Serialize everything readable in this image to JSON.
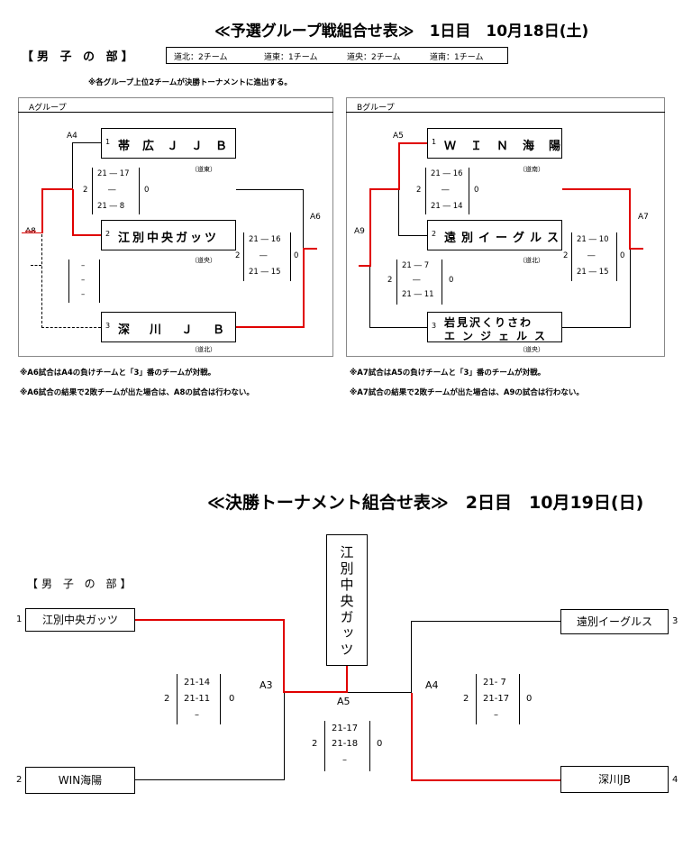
{
  "day1": {
    "title": "≪予選グループ戦組合せ表≫　1日目　10月18日(土)",
    "division": "【男 子 の 部】",
    "regions": [
      "道北：2チーム",
      "道東：1チーム",
      "道央：2チーム",
      "道南：1チーム"
    ],
    "advance_note": "※各グループ上位2チームが決勝トーナメントに進出する。",
    "groupA": {
      "label": "Aグループ",
      "teams": [
        {
          "seed": "1",
          "name": "帯広ＪＪＢ",
          "region": "（道東）"
        },
        {
          "seed": "2",
          "name": "江別中央ガッツ",
          "region": "（道央）"
        },
        {
          "seed": "3",
          "name": "深川ＪＢ",
          "region": "（道北）"
        }
      ],
      "games": {
        "a4": "A4",
        "a6": "A6",
        "a8": "A8"
      },
      "score_a4": {
        "set1": "21 ― 17",
        "mid": "―",
        "set2": "21 ― 8",
        "left": "2",
        "right": "0"
      },
      "score_a6": {
        "set1": "21 ― 16",
        "mid": "―",
        "set2": "21 ― 15",
        "left": "2",
        "right": "0"
      },
      "score_a8": {
        "s1": "–",
        "s2": "–",
        "s3": "–"
      },
      "notes": [
        "※A6試合はA4の負けチームと「3」番のチームが対戦。",
        "※A6試合の結果で2敗チームが出た場合は、A8の試合は行わない。"
      ]
    },
    "groupB": {
      "label": "Bグループ",
      "teams": [
        {
          "seed": "1",
          "name": "ＷＩＮ海陽",
          "region": "（道南）"
        },
        {
          "seed": "2",
          "name": "遠別イーグルス",
          "region": "（道北）"
        },
        {
          "seed": "3",
          "name": "岩見沢くりさわ",
          "name2": "エンジェルス",
          "region": "（道央）"
        }
      ],
      "games": {
        "a5": "A5",
        "a7": "A7",
        "a9": "A9"
      },
      "score_a5": {
        "set1": "21 ― 16",
        "mid": "―",
        "set2": "21 ― 14",
        "left": "2",
        "right": "0"
      },
      "score_a7": {
        "set1": "21 ― 10",
        "mid": "―",
        "set2": "21 ― 15",
        "left": "2",
        "right": "0"
      },
      "score_a9": {
        "set1": "21 ― 7",
        "mid": "―",
        "set2": "21 ― 11",
        "left": "2",
        "right": "0"
      },
      "notes": [
        "※A7試合はA5の負けチームと「3」番のチームが対戦。",
        "※A7試合の結果で2敗チームが出た場合は、A9の試合は行わない。"
      ]
    }
  },
  "day2": {
    "title": "≪決勝トーナメント組合せ表≫　2日目　10月19日(日)",
    "division": "【男 子 の 部】",
    "champion": "江別中央ガッツ",
    "teams": [
      {
        "seed": "1",
        "name": "江別中央ガッツ"
      },
      {
        "seed": "2",
        "name": "WIN海陽"
      },
      {
        "seed": "3",
        "name": "遠別イーグルス"
      },
      {
        "seed": "4",
        "name": "深川JB"
      }
    ],
    "games": {
      "a3": "A3",
      "a4": "A4",
      "a5": "A5"
    },
    "score_a3": {
      "s1": "21-14",
      "s2": "21-11",
      "s3": "–",
      "left": "2",
      "right": "0"
    },
    "score_a4": {
      "s1": "21- 7",
      "s2": "21-17",
      "s3": "–",
      "left": "2",
      "right": "0"
    },
    "score_a5": {
      "s1": "21-17",
      "s2": "21-18",
      "s3": "–",
      "left": "2",
      "right": "0"
    }
  }
}
